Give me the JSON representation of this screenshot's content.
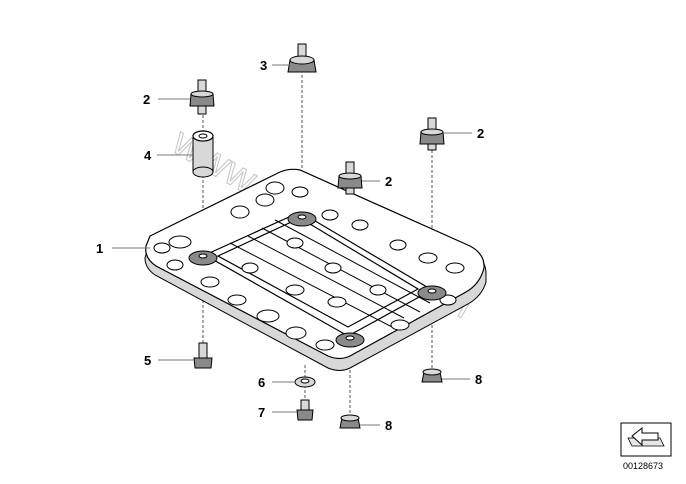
{
  "watermark": "www.BMWstore.pl",
  "callouts": [
    "1",
    "2",
    "2",
    "2",
    "3",
    "4",
    "5",
    "6",
    "7",
    "8",
    "8"
  ],
  "reference_number": "00128673",
  "corner_icon": "arrow-on-plate-icon"
}
